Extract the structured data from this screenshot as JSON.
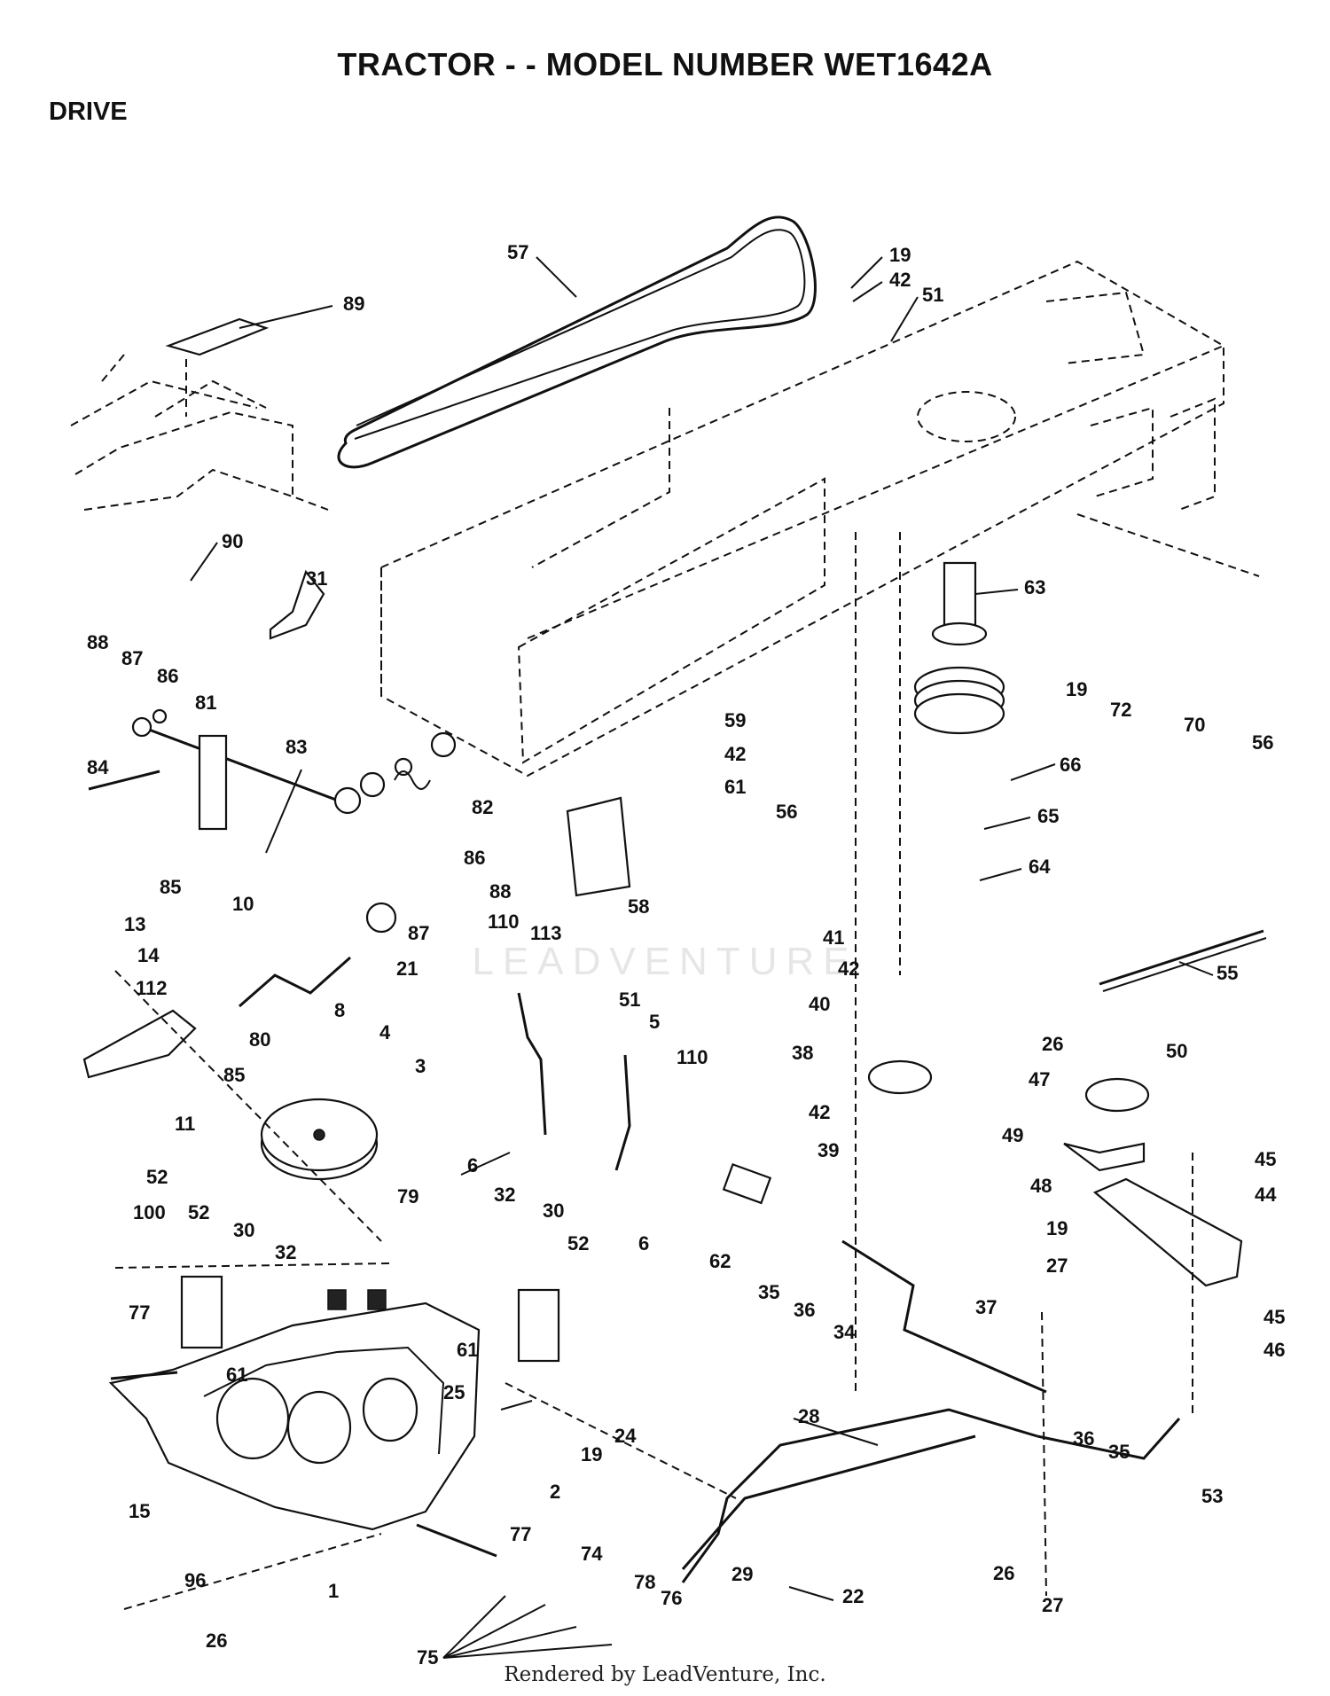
{
  "title": "TRACTOR - - MODEL NUMBER WET1642A",
  "section": "DRIVE",
  "watermark": "LEADVENTURE",
  "credit": "Rendered by LeadVenture, Inc.",
  "callouts": [
    {
      "id": "c57",
      "label": "57"
    },
    {
      "id": "c19a",
      "label": "19"
    },
    {
      "id": "c42a",
      "label": "42"
    },
    {
      "id": "c51a",
      "label": "51"
    },
    {
      "id": "c89",
      "label": "89"
    },
    {
      "id": "c90",
      "label": "90"
    },
    {
      "id": "c31",
      "label": "31"
    },
    {
      "id": "c63",
      "label": "63"
    },
    {
      "id": "c19b",
      "label": "19"
    },
    {
      "id": "c72",
      "label": "72"
    },
    {
      "id": "c70",
      "label": "70"
    },
    {
      "id": "c56a",
      "label": "56"
    },
    {
      "id": "c88a",
      "label": "88"
    },
    {
      "id": "c87a",
      "label": "87"
    },
    {
      "id": "c86a",
      "label": "86"
    },
    {
      "id": "c81",
      "label": "81"
    },
    {
      "id": "c84",
      "label": "84"
    },
    {
      "id": "c83",
      "label": "83"
    },
    {
      "id": "c82",
      "label": "82"
    },
    {
      "id": "c59",
      "label": "59"
    },
    {
      "id": "c42b",
      "label": "42"
    },
    {
      "id": "c61a",
      "label": "61"
    },
    {
      "id": "c56b",
      "label": "56"
    },
    {
      "id": "c66",
      "label": "66"
    },
    {
      "id": "c65",
      "label": "65"
    },
    {
      "id": "c64",
      "label": "64"
    },
    {
      "id": "c85a",
      "label": "85"
    },
    {
      "id": "c86b",
      "label": "86"
    },
    {
      "id": "c88b",
      "label": "88"
    },
    {
      "id": "c87b",
      "label": "87"
    },
    {
      "id": "c58",
      "label": "58"
    },
    {
      "id": "c10",
      "label": "10"
    },
    {
      "id": "c13",
      "label": "13"
    },
    {
      "id": "c14",
      "label": "14"
    },
    {
      "id": "c112",
      "label": "112"
    },
    {
      "id": "c21",
      "label": "21"
    },
    {
      "id": "c8",
      "label": "8"
    },
    {
      "id": "c80",
      "label": "80"
    },
    {
      "id": "c85b",
      "label": "85"
    },
    {
      "id": "c11",
      "label": "11"
    },
    {
      "id": "c4",
      "label": "4"
    },
    {
      "id": "c3",
      "label": "3"
    },
    {
      "id": "c110a",
      "label": "110"
    },
    {
      "id": "c113",
      "label": "113"
    },
    {
      "id": "c51b",
      "label": "51"
    },
    {
      "id": "c5",
      "label": "5"
    },
    {
      "id": "c110b",
      "label": "110"
    },
    {
      "id": "c6a",
      "label": "6"
    },
    {
      "id": "c6b",
      "label": "6"
    },
    {
      "id": "c41",
      "label": "41"
    },
    {
      "id": "c42c",
      "label": "42"
    },
    {
      "id": "c40",
      "label": "40"
    },
    {
      "id": "c38",
      "label": "38"
    },
    {
      "id": "c42d",
      "label": "42"
    },
    {
      "id": "c39",
      "label": "39"
    },
    {
      "id": "c55",
      "label": "55"
    },
    {
      "id": "c26a",
      "label": "26"
    },
    {
      "id": "c50",
      "label": "50"
    },
    {
      "id": "c47",
      "label": "47"
    },
    {
      "id": "c49",
      "label": "49"
    },
    {
      "id": "c45a",
      "label": "45"
    },
    {
      "id": "c48",
      "label": "48"
    },
    {
      "id": "c44",
      "label": "44"
    },
    {
      "id": "c19c",
      "label": "19"
    },
    {
      "id": "c27a",
      "label": "27"
    },
    {
      "id": "c45b",
      "label": "45"
    },
    {
      "id": "c46",
      "label": "46"
    },
    {
      "id": "c52a",
      "label": "52"
    },
    {
      "id": "c100",
      "label": "100"
    },
    {
      "id": "c52b",
      "label": "52"
    },
    {
      "id": "c30a",
      "label": "30"
    },
    {
      "id": "c32a",
      "label": "32"
    },
    {
      "id": "c79",
      "label": "79"
    },
    {
      "id": "c32b",
      "label": "32"
    },
    {
      "id": "c30b",
      "label": "30"
    },
    {
      "id": "c52c",
      "label": "52"
    },
    {
      "id": "c62",
      "label": "62"
    },
    {
      "id": "c35a",
      "label": "35"
    },
    {
      "id": "c36a",
      "label": "36"
    },
    {
      "id": "c34",
      "label": "34"
    },
    {
      "id": "c37",
      "label": "37"
    },
    {
      "id": "c77a",
      "label": "77"
    },
    {
      "id": "c61b",
      "label": "61"
    },
    {
      "id": "c61c",
      "label": "61"
    },
    {
      "id": "c25",
      "label": "25"
    },
    {
      "id": "c24",
      "label": "24"
    },
    {
      "id": "c19d",
      "label": "19"
    },
    {
      "id": "c28",
      "label": "28"
    },
    {
      "id": "c36b",
      "label": "36"
    },
    {
      "id": "c35b",
      "label": "35"
    },
    {
      "id": "c53",
      "label": "53"
    },
    {
      "id": "c15",
      "label": "15"
    },
    {
      "id": "c2",
      "label": "2"
    },
    {
      "id": "c77b",
      "label": "77"
    },
    {
      "id": "c96",
      "label": "96"
    },
    {
      "id": "c1",
      "label": "1"
    },
    {
      "id": "c74",
      "label": "74"
    },
    {
      "id": "c29",
      "label": "29"
    },
    {
      "id": "c78",
      "label": "78"
    },
    {
      "id": "c76",
      "label": "76"
    },
    {
      "id": "c22",
      "label": "22"
    },
    {
      "id": "c26b",
      "label": "26"
    },
    {
      "id": "c27b",
      "label": "27"
    },
    {
      "id": "c26c",
      "label": "26"
    },
    {
      "id": "c75",
      "label": "75"
    }
  ]
}
